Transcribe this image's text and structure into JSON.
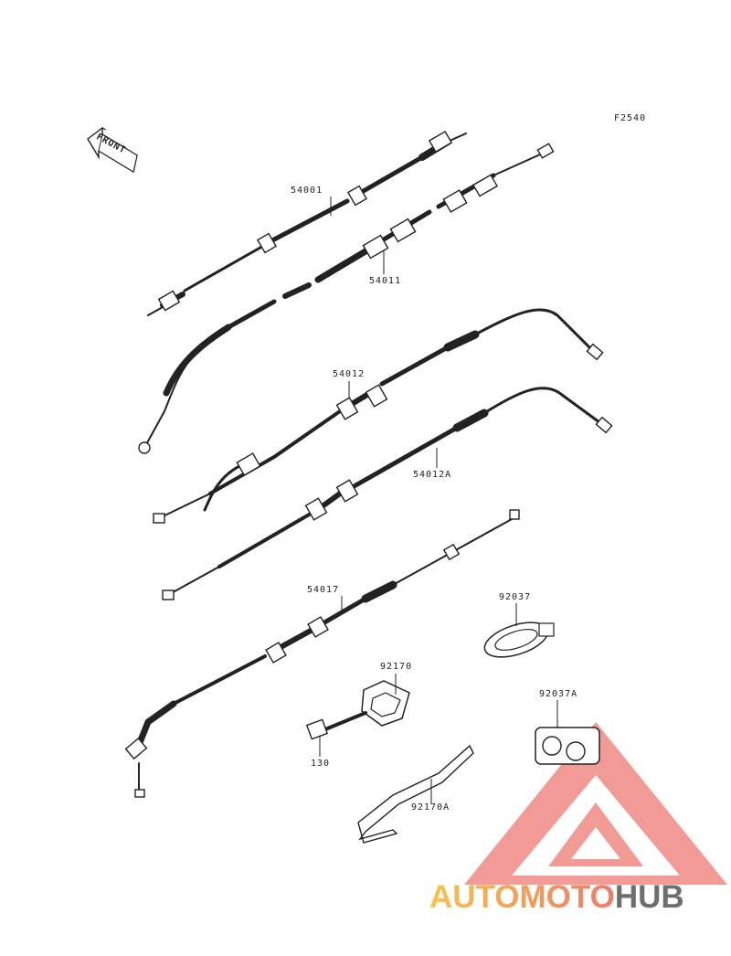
{
  "diagram_code": "F2540",
  "front_marker": "FRONT",
  "parts": [
    {
      "id": "p1",
      "number": "54001"
    },
    {
      "id": "p2",
      "number": "54011"
    },
    {
      "id": "p3",
      "number": "54012"
    },
    {
      "id": "p4",
      "number": "54012A"
    },
    {
      "id": "p5",
      "number": "54017"
    },
    {
      "id": "p6",
      "number": "92037"
    },
    {
      "id": "p7",
      "number": "92170"
    },
    {
      "id": "p8",
      "number": "130"
    },
    {
      "id": "p9",
      "number": "92037A"
    },
    {
      "id": "p10",
      "number": "92170A"
    }
  ],
  "watermark": {
    "part1": "AUTOMOTO",
    "part2": "HUB",
    "colors": {
      "triangle": "#f08a84",
      "text1_start": "#f7c44a",
      "text1_end": "#ef7a6a",
      "text2": "#6e6e6e"
    }
  }
}
